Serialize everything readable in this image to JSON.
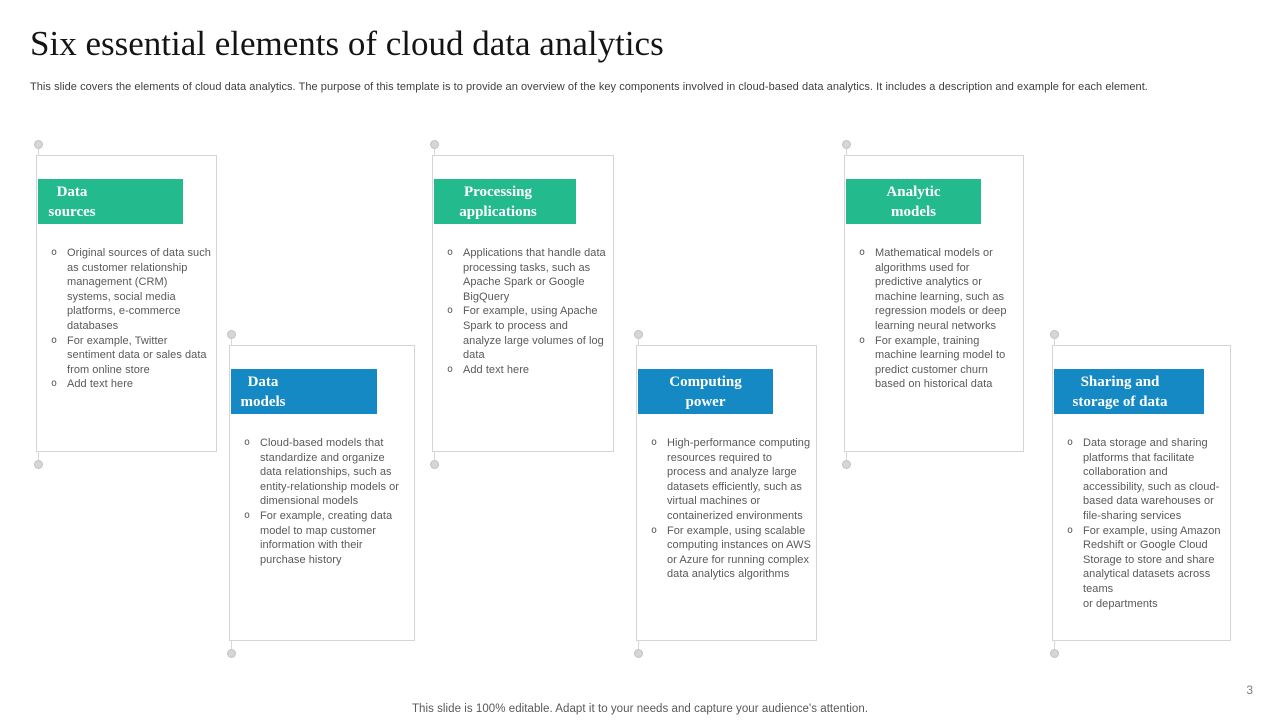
{
  "slide": {
    "title": "Six essential elements of cloud data analytics",
    "description": "This slide covers the elements of cloud data analytics. The purpose of this template is to provide an overview of the key components involved in cloud-based data analytics. It includes a description and example for each element.",
    "footer": "This slide is 100% editable. Adapt it to your needs and capture your audience's attention.",
    "page_number": "3",
    "colors": {
      "green": "#23BA8D",
      "blue": "#1489C4",
      "border": "#D5D5D5",
      "body_text": "#595959"
    },
    "bullet_marker": "o",
    "cards": [
      {
        "title": "Data\nsources",
        "accent": "green",
        "bullets": [
          "Original sources of data such as customer relationship management (CRM) systems, social media platforms, e-commerce databases",
          "For example, Twitter sentiment data or sales data from online store",
          "Add text here"
        ]
      },
      {
        "title": "Data\nmodels",
        "accent": "blue",
        "bullets": [
          "Cloud-based models that standardize and organize data relationships, such as entity-relationship models or dimensional models",
          "For example, creating data model to map customer information with their purchase history"
        ]
      },
      {
        "title": "Processing\napplications",
        "accent": "green",
        "bullets": [
          "Applications that handle data processing tasks, such as Apache Spark or Google BigQuery",
          "For example, using Apache Spark to process and analyze large volumes of log data",
          "Add text here"
        ]
      },
      {
        "title": "Computing\npower",
        "accent": "blue",
        "bullets": [
          "High-performance computing resources required to process and analyze large datasets efficiently, such as virtual machines or containerized environments",
          "For example, using scalable computing instances on AWS or Azure for running complex data analytics algorithms"
        ]
      },
      {
        "title": "Analytic\nmodels",
        "accent": "green",
        "bullets": [
          "Mathematical models or algorithms used for predictive analytics or machine learning, such as regression models or deep learning neural networks",
          "For example, training machine learning model to predict customer churn based on historical data"
        ]
      },
      {
        "title": "Sharing and\nstorage of data",
        "accent": "blue",
        "bullets": [
          "Data storage and sharing platforms that facilitate collaboration and accessibility, such as cloud-based data warehouses or file-sharing services",
          "For example, using Amazon Redshift or Google Cloud Storage to store and share analytical datasets across teams\nor departments"
        ]
      }
    ]
  }
}
